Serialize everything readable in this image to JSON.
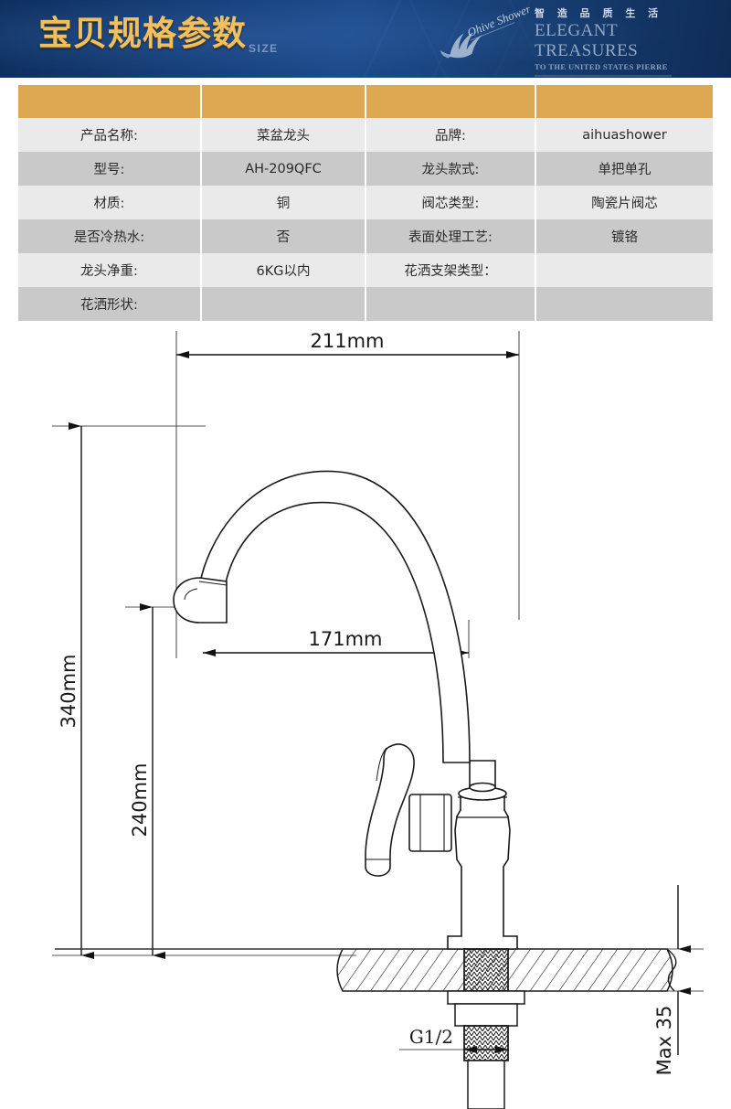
{
  "banner": {
    "title": "宝贝规格参数",
    "subtitle": "SIZE",
    "logo_icon": "bird-logo-icon",
    "logo_script": "Ohive Shower",
    "brand_cn": "智 造 品 质 生 活",
    "brand_en": "ELEGANT TREASURES",
    "brand_sub": "TO THE UNITED STATES PIERRE"
  },
  "spec_table": {
    "header_color": "#dda851",
    "row_colors": [
      "#eaeaea",
      "#c9c9c9"
    ],
    "rows": [
      {
        "label1": "产品名称:",
        "value1": "菜盆龙头",
        "label2": "品牌:",
        "value2": "aihuashower"
      },
      {
        "label1": "型号:",
        "value1": "AH-209QFC",
        "label2": "龙头款式:",
        "value2": "单把单孔"
      },
      {
        "label1": "材质:",
        "value1": "铜",
        "label2": "阀芯类型:",
        "value2": "陶瓷片阀芯"
      },
      {
        "label1": "是否冷热水:",
        "value1": "否",
        "label2": "表面处理工艺:",
        "value2": "镀铬"
      },
      {
        "label1": "龙头净重:",
        "value1": "6KG以内",
        "label2": "花洒支架类型：",
        "value2": ""
      },
      {
        "label1": "花洒形状:",
        "value1": "",
        "label2": "",
        "value2": ""
      }
    ]
  },
  "drawing": {
    "title": "kitchen-faucet-dimension-drawing",
    "dimensions": {
      "spout_reach_total": "211mm",
      "spout_reach_inner": "171mm",
      "overall_height": "340mm",
      "spout_height": "240mm",
      "thread_size": "G1/2",
      "max_deck_thickness": "Max 35"
    }
  }
}
